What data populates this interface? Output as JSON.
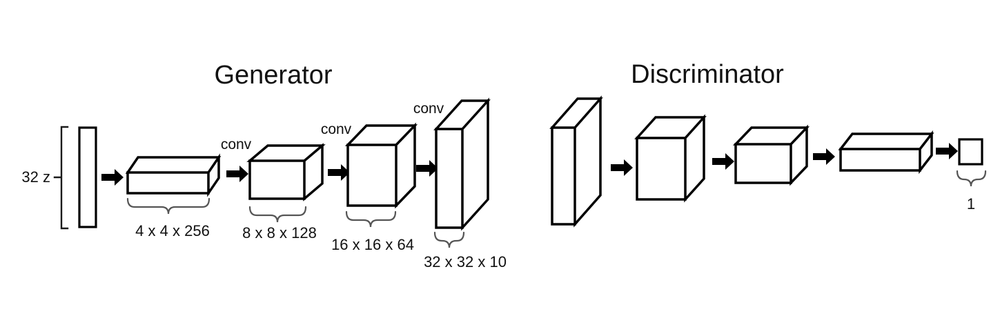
{
  "figure": {
    "background": "#ffffff",
    "line_color": "#000000",
    "brace_color": "#555555",
    "text_color": "#111111",
    "generator": {
      "title": "Generator",
      "input_label": "32 z",
      "conv_labels": [
        "conv",
        "conv",
        "conv"
      ],
      "layers": [
        {
          "size_label": "4 x 4 x 256"
        },
        {
          "size_label": "8 x 8 x 128"
        },
        {
          "size_label": "16 x 16 x 64"
        },
        {
          "size_label": "32 x 32 x 10"
        }
      ]
    },
    "discriminator": {
      "title": "Discriminator",
      "output_label": "1"
    }
  }
}
